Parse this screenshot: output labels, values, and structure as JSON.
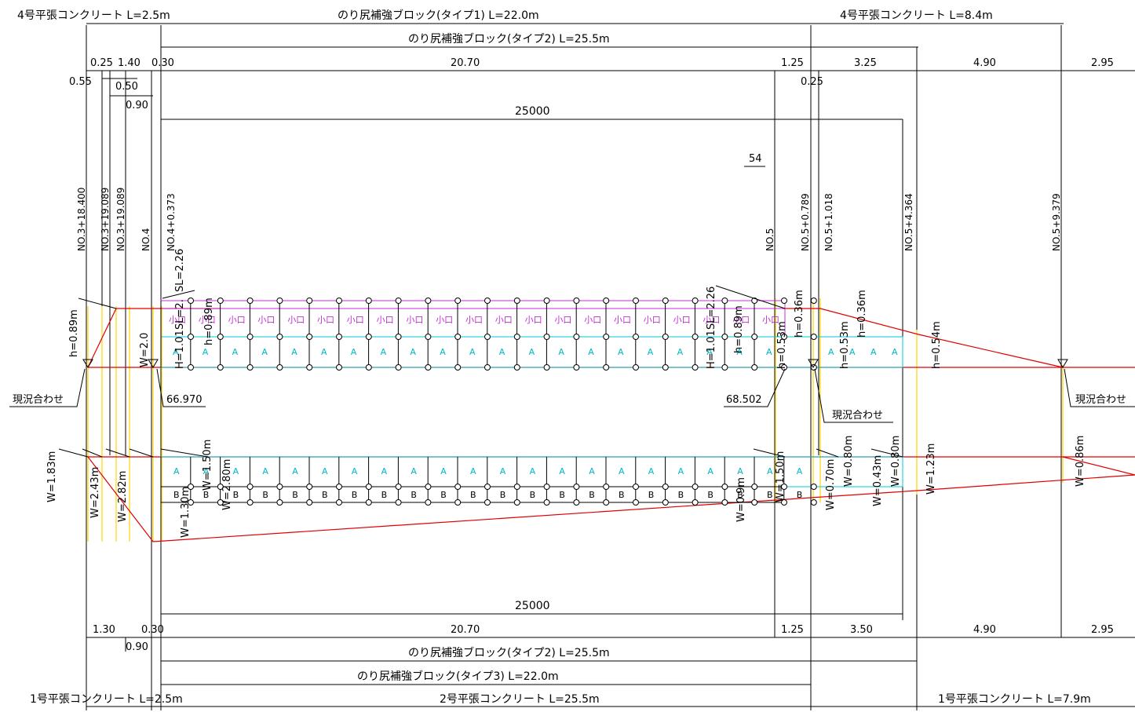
{
  "top": {
    "label_left": "4号平張コンクリート L=2.5m",
    "label_type1": "のり尻補強ブロック(タイプ1) L=22.0m",
    "label_right": "4号平張コンクリート L=8.4m",
    "label_type2": "のり尻補強ブロック(タイプ2) L=25.5m",
    "dims": [
      "0.25",
      "1.40",
      "0.30",
      "20.70",
      "1.25",
      "3.25",
      "4.90",
      "2.95"
    ],
    "dim_055": "0.55",
    "dim_050": "0.50",
    "dim_090": "0.90",
    "dim_025b": "0.25",
    "total": "25000",
    "dim_54": "54"
  },
  "stations": [
    "NO.3+18.400",
    "NO.3+19.089",
    "NO.3+19.089",
    "NO.4",
    "NO.4+0.373",
    "NO.5",
    "NO.5+0.789",
    "NO.5+1.018",
    "NO.5+4.364",
    "NO.5+9.379"
  ],
  "profile": {
    "h_left": "h=0.89m",
    "w_left": "W=2.0",
    "sl_l": "SL=2.26",
    "h_l": "H=1.01",
    "sl_l2": "SL=2.",
    "h_l2": "h=0.89m",
    "sl_r": "SL=2.26",
    "h_r": "H=1.01",
    "h_r2": "h=0.89m",
    "h_r3": "h=0.53m",
    "h_r4": "h=0.36m",
    "h_r5": "h=0.53m",
    "h_r6": "h=0.36m",
    "h_r7": "h=0.54m",
    "elev_left": "66.970",
    "elev_right": "68.502",
    "genkyo": "現況合わせ",
    "block_small": "小口",
    "block_a": "A",
    "block_b": "B"
  },
  "plan": {
    "w1": "W=1.83m",
    "w2": "W=2.43m",
    "w3": "W=2.82m",
    "w4": "W=1.30m",
    "w5": "W=1.50m",
    "w6": "W=2.80m",
    "w7": "W=0.9m",
    "w8": "W=1.50m",
    "w9": "W=0.70m",
    "w10": "W=0.80m",
    "w11": "W=0.43m",
    "w12": "W=0.80m",
    "w13": "W=1.23m",
    "w14": "W=0.86m"
  },
  "bottom": {
    "dims": [
      "1.30",
      "0.30",
      "20.70",
      "1.25",
      "3.50",
      "4.90",
      "2.95"
    ],
    "dim_090": "0.90",
    "total": "25000",
    "label_type2": "のり尻補強ブロック(タイプ2) L=25.5m",
    "label_type3": "のり尻補強ブロック(タイプ3) L=22.0m",
    "label_left": "1号平張コンクリート L=2.5m",
    "label_mid": "2号平張コンクリート L=25.5m",
    "label_right": "1号平張コンクリート L=7.9m"
  }
}
